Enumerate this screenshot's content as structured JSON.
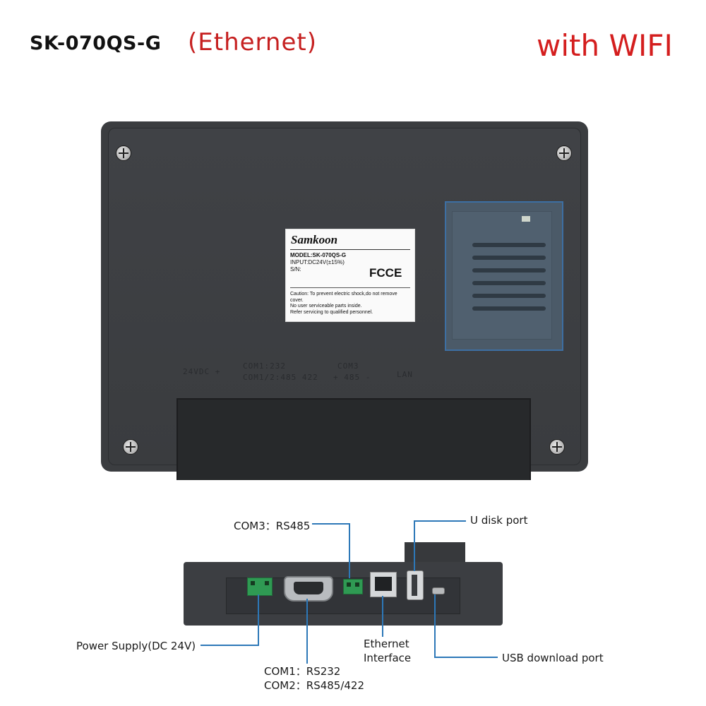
{
  "header": {
    "model": "SK-070QS-G",
    "network": "(Ethernet)",
    "feature": "with WIFI"
  },
  "device_label": {
    "brand": "Samkoon",
    "model_line": "MODEL:SK-070QS-G",
    "input_line": "INPUT:DC24V(±15%)",
    "sn_line": "S/N:",
    "cert_marks": "FCCE",
    "caution_lines": [
      "Caution: To prevent electric shock,do not remove cover.",
      "No user serviceable parts inside.",
      "Refer servicing to qualified personnel."
    ]
  },
  "silkscreen": {
    "power": "24VDC +",
    "com12_line1": "COM1:232",
    "com12_line2": "COM1/2:485 422",
    "com3_line1": "COM3",
    "com3_line2": "+ 485 -",
    "lan": "LAN"
  },
  "ports": {
    "com3": "COM3：RS485",
    "u_disk": "U disk port",
    "power": "Power Supply(DC 24V)",
    "ethernet_line1": "Ethernet",
    "ethernet_line2": "Interface",
    "usb_download": "USB download port",
    "com1": "COM1：RS232",
    "com2": "COM2：RS485/422"
  },
  "colors": {
    "title_red": "#d41e1e",
    "panel_dark": "#3b3d40",
    "callout_line": "#2d78b8",
    "terminal_green": "#2f9a53",
    "wifi_module": "#4b5a68"
  }
}
